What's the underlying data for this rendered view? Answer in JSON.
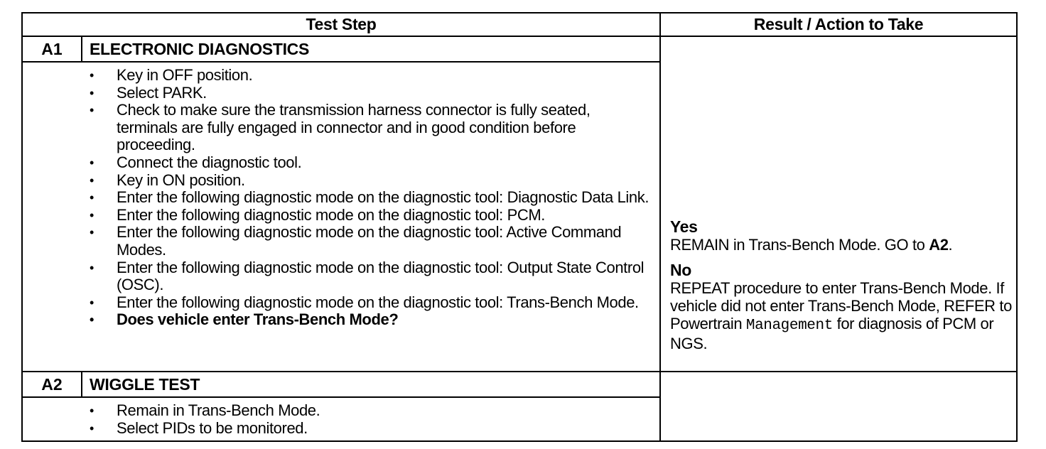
{
  "table": {
    "headers": {
      "step": "Test Step",
      "result": "Result / Action to Take"
    },
    "steps": [
      {
        "number": "A1",
        "title": "ELECTRONIC DIAGNOSTICS",
        "bullets": [
          {
            "text": "Key in OFF position."
          },
          {
            "text": "Select PARK."
          },
          {
            "text": "Check to make sure the transmission harness connector is fully seated, terminals are fully engaged in connector and in good condition before proceeding."
          },
          {
            "text": "Connect the diagnostic tool."
          },
          {
            "text": "Key in ON position."
          },
          {
            "text": "Enter the following diagnostic mode on the diagnostic tool: Diagnostic Data Link."
          },
          {
            "text": "Enter the following diagnostic mode on the diagnostic tool: PCM."
          },
          {
            "text": "Enter the following diagnostic mode on the diagnostic tool: Active Command Modes."
          },
          {
            "text": "Enter the following diagnostic mode on the diagnostic tool: Output State Control (OSC)."
          },
          {
            "text": "Enter the following diagnostic mode on the diagnostic tool: Trans-Bench Mode."
          },
          {
            "text": "Does vehicle enter Trans-Bench Mode?"
          }
        ],
        "result": {
          "yes_label": "Yes",
          "yes_text": "REMAIN in Trans-Bench Mode. GO to ",
          "yes_target": "A2",
          "yes_end": ".",
          "no_label": "No",
          "no_text": "REPEAT procedure to enter Trans-Bench Mode. If vehicle did not enter Trans-Bench Mode, REFER to Powertrain ",
          "no_mono": "Management",
          "no_end": " for diagnosis of PCM or NGS."
        }
      },
      {
        "number": "A2",
        "title": "WIGGLE TEST",
        "bullets": [
          {
            "text": "Remain in Trans-Bench Mode."
          },
          {
            "text": "Select PIDs to be monitored."
          }
        ]
      }
    ]
  }
}
